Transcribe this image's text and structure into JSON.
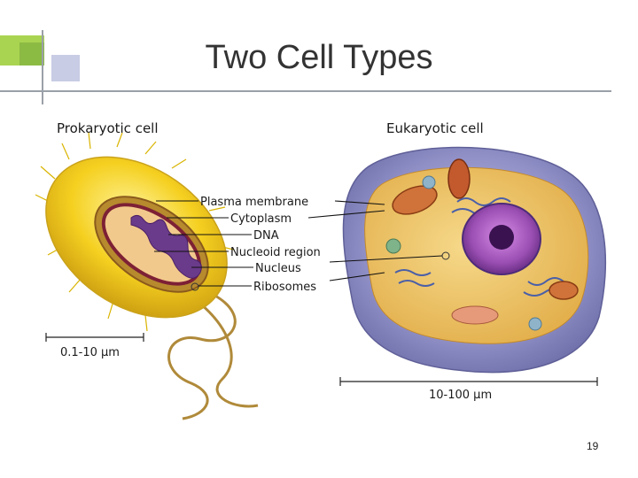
{
  "slide": {
    "title": "Two Cell Types",
    "page_number": "19"
  },
  "diagram": {
    "prokaryote": {
      "heading": "Prokaryotic cell",
      "scale": "0.1-10 µm"
    },
    "eukaryote": {
      "heading": "Eukaryotic cell",
      "scale": "10-100 µm"
    },
    "labels": {
      "plasma_membrane": "Plasma membrane",
      "cytoplasm": "Cytoplasm",
      "dna": "DNA",
      "nucleoid_region": "Nucleoid region",
      "nucleus": "Nucleus",
      "ribosomes": "Ribosomes"
    }
  },
  "colors": {
    "title_text": "#333333",
    "accent_green": "#9acd32",
    "accent_blue": "#3d5aa8",
    "prokaryote_capsule": "#f5d020",
    "eukaryote_body": "#7f7fb8",
    "nucleus": "#9b4fb3"
  }
}
